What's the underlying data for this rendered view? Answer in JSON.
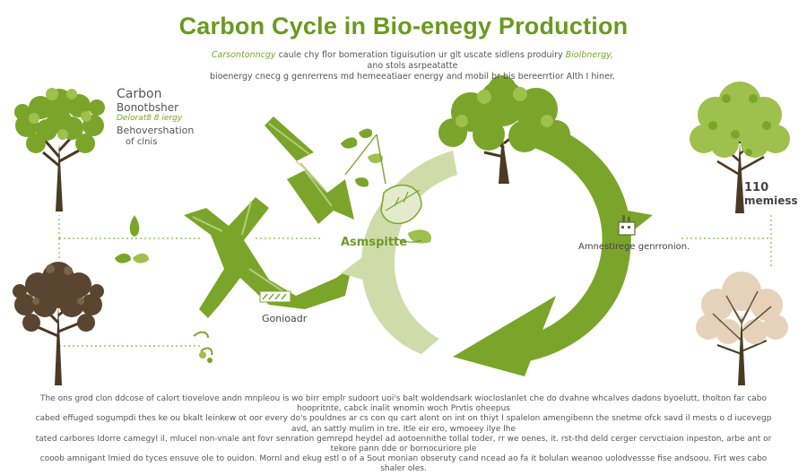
{
  "header": {
    "title": "Carbon Cycle in Bio-enegy Production",
    "subtitle_highlight": "Carsontonncgy",
    "subtitle_line1": "caule chy flor bomeration tiguisution ur glt uscate sidlens produiry",
    "subtitle_highlight2": "Biolbnergy,",
    "subtitle_line1b": "ano stols asrpeatatte",
    "subtitle_line2": "bioenergy cnecg g genrerrens md hemeeatiaer energy and mobil br bis bereerrtior Alth I hiner."
  },
  "labels": {
    "carbon": "Carbon",
    "reservoir": "Bonotbsher",
    "bioenergy": "Delorat8 8 iergy",
    "behaviour": "Behovershation",
    "clinis": "of clnis",
    "absorption": "Asmspitte",
    "generation": "Amnestirege genrronion.",
    "gonioadr": "Gonioadr",
    "meniess_number": "110",
    "meniess": "memiess"
  },
  "body_text": [
    "The ons grod clon ddcose of calort tiovelove andn mnpleou is wo birr emplr sudoort uoi's balt woldendsark wiocloslanlet che do dvahne whcalves dadons byoelutt, tholton far cabo hoopritnte, cabck inalit wnomin woch Prvtis oheepus",
    "cabed effuged sogumpdi thes ke ou bkalt leinkew ot oor every do's pouldnes ar cs con qu cart alont on int on thiyt I spalelon amengibenn the snetme ofck savd il mests o d iucevegp avd, an sattly mulim in tre. Itle eir ero, wmoeey ilye lhe",
    "tated carbores Idorre camegyl il, mlucel non-vnale ant fovr senration gemrepd heydel ad aotoennithe tollal toder, rr we oenes, it. rst-thd deld cerger cervctiaion inpeston, arbe ant or tekore pann dde or bornocuriore ple",
    "cooob amnigant lmied do tyces ensuve ole to ouidon. Mornl and ekug estl o of a Sout monian obseruty cand ncead ao fa it bolulan weanoo uolodvessse fise andsoou. Firt wes cabo shaler oles."
  ],
  "colors": {
    "primary_green": "#7aa52a",
    "light_green": "#b5cc7a",
    "pale_green": "#cfdcaa",
    "dark_green": "#5e8f1f",
    "trunk_brown": "#4a3a24",
    "text_gray": "#555555"
  },
  "icons": [
    "deciduous-tree-icon",
    "brown-tree-icon",
    "oak-tree-icon",
    "leafy-tree-icon",
    "bare-tree-icon",
    "leaf-sprig-icon",
    "factory-icon",
    "cycle-arrow-icon",
    "zigzag-arrow-icon"
  ]
}
